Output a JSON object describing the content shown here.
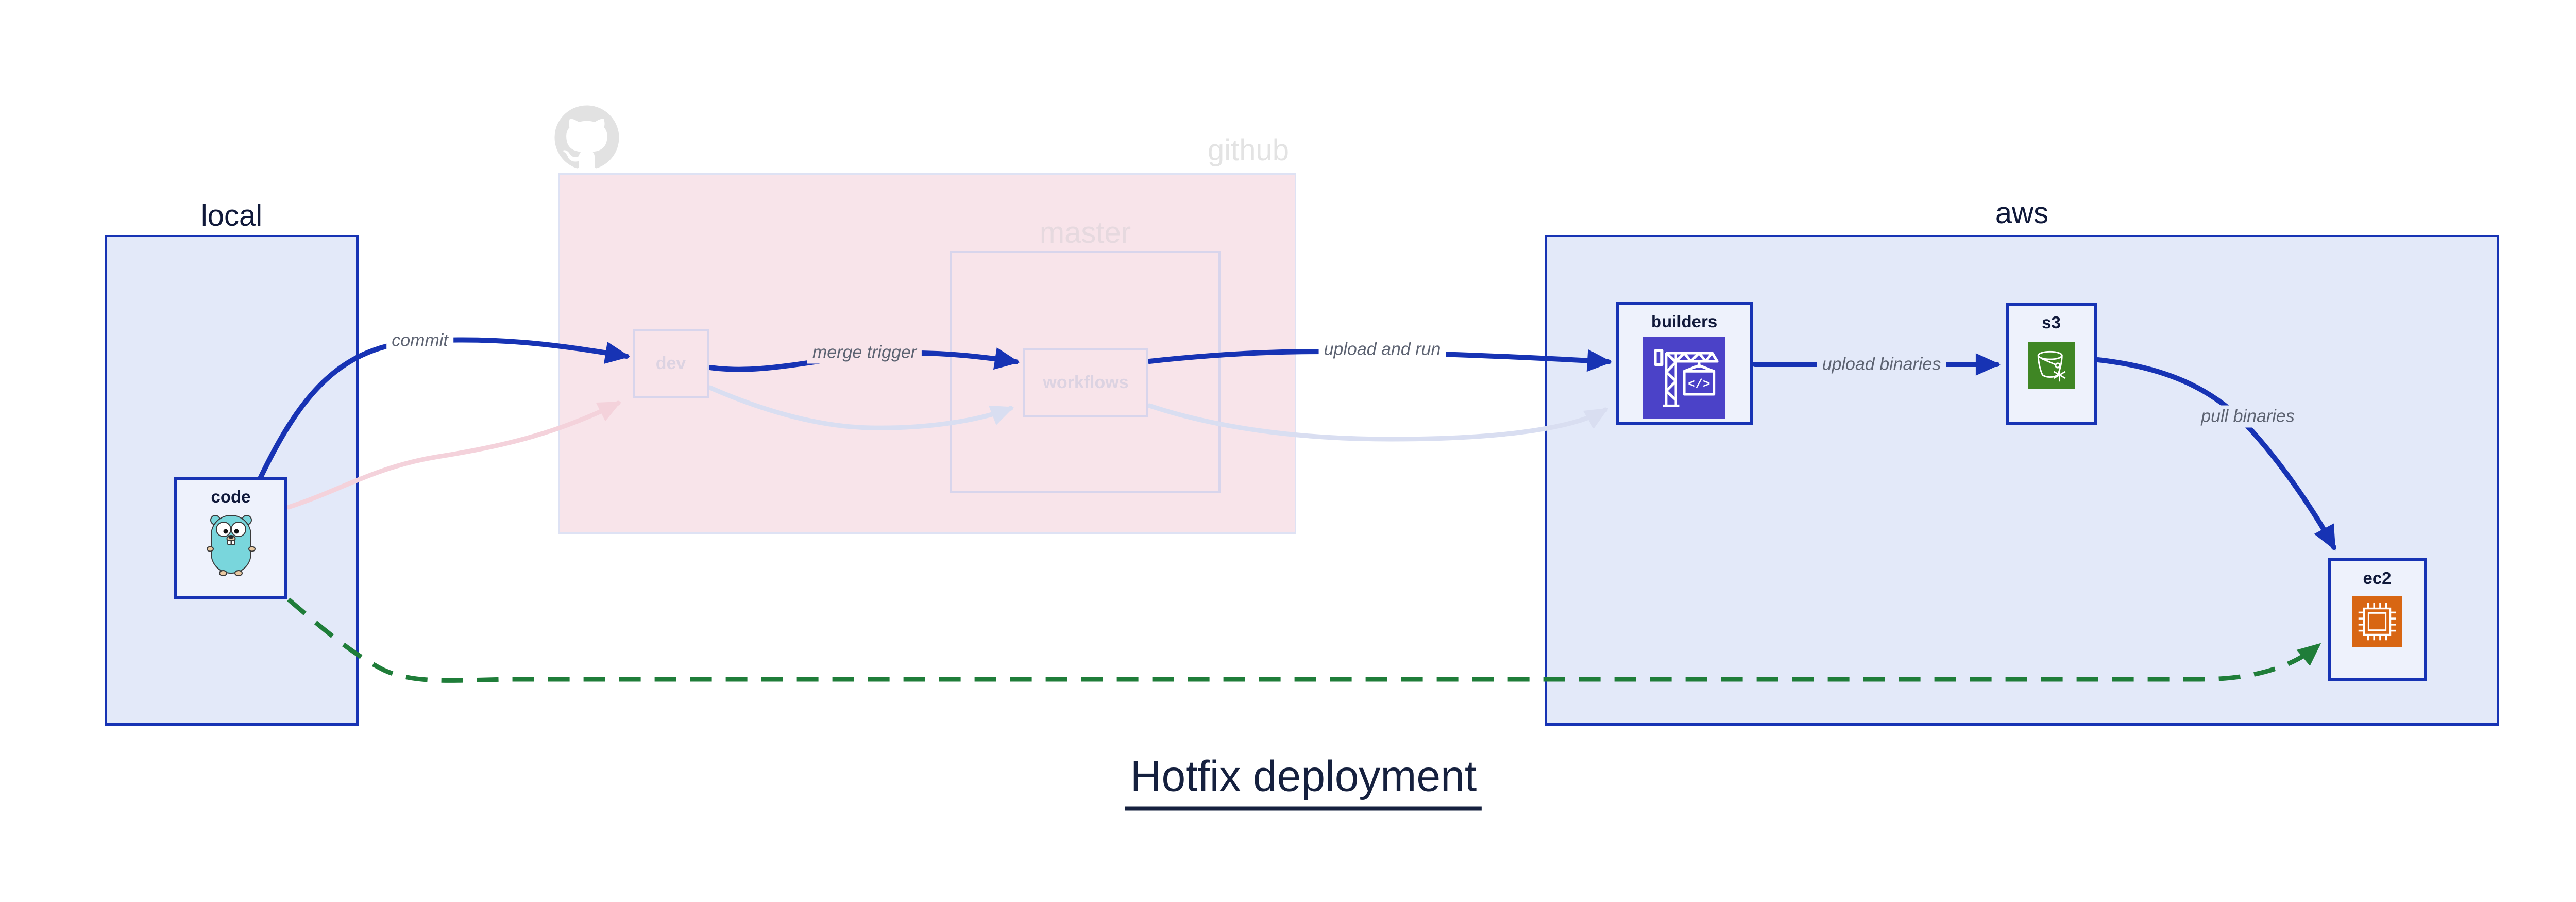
{
  "title": "Hotfix deployment",
  "regions": {
    "local": {
      "label": "local"
    },
    "github": {
      "label": "github",
      "master": {
        "label": "master"
      }
    },
    "aws": {
      "label": "aws"
    }
  },
  "nodes": {
    "code": {
      "label": "code",
      "icon": "go-gopher-icon"
    },
    "dev": {
      "label": "dev"
    },
    "workflows": {
      "label": "workflows"
    },
    "builders": {
      "label": "builders",
      "icon": "codebuild-crane-icon",
      "icon_glyph": "</>"
    },
    "s3": {
      "label": "s3",
      "icon": "s3-bucket-snowflake-icon"
    },
    "ec2": {
      "label": "ec2",
      "icon": "ec2-chip-icon"
    }
  },
  "edges": {
    "commit": {
      "label": "commit"
    },
    "merge_trigger": {
      "label": "merge trigger"
    },
    "upload_and_run": {
      "label": "upload and run"
    },
    "upload_binaries": {
      "label": "upload binaries"
    },
    "pull_binaries": {
      "label": "pull binaries"
    },
    "hotfix_dashed": {
      "label": ""
    }
  },
  "colors": {
    "blue": "#1733b4",
    "container-fill": "#e3e9f9",
    "node-fill": "#eef2fc",
    "pink-fill": "#f8e4ea",
    "pink-border": "#dee2f4",
    "faded-border": "#d8d5ec",
    "faded-text": "#dcd3e2",
    "gray-text": "#e3e3e3",
    "label-gray": "#5d6372",
    "green": "#1f7d39",
    "navy": "#10193a",
    "codebuild-purple": "#4b42c8",
    "s3-green": "#3f8624",
    "ec2-orange": "#d86613",
    "gopher-teal": "#79d6dc"
  }
}
